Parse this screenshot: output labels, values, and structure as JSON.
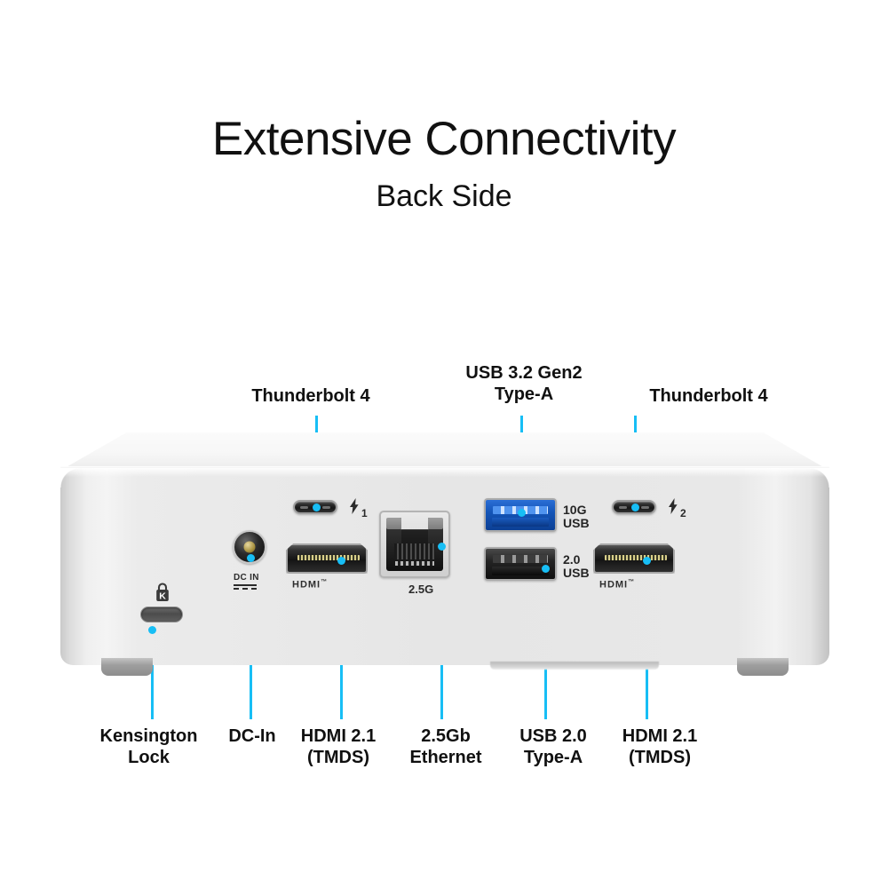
{
  "heading": {
    "title": "Extensive Connectivity",
    "subtitle": "Back Side"
  },
  "colors": {
    "callout": "#17BEF5",
    "chassis_silver": "#E6E6E6",
    "usb3_blue": "#1455B8",
    "text": "#101010"
  },
  "labels_top": [
    {
      "id": "thunderbolt-4-left",
      "text": "Thunderbolt  4"
    },
    {
      "id": "usb-32-gen2-type-a",
      "text": "USB 3.2 Gen2\nType-A"
    },
    {
      "id": "thunderbolt-4-right",
      "text": "Thunderbolt  4"
    }
  ],
  "labels_bottom": [
    {
      "id": "kensington-lock",
      "text": "Kensington\nLock"
    },
    {
      "id": "dc-in",
      "text": "DC-In"
    },
    {
      "id": "hdmi-21-left",
      "text": "HDMI 2.1\n(TMDS)"
    },
    {
      "id": "ethernet",
      "text": "2.5Gb\nEthernet"
    },
    {
      "id": "usb-20-type-a",
      "text": "USB 2.0\nType-A"
    },
    {
      "id": "hdmi-21-right",
      "text": "HDMI 2.1\n(TMDS)"
    }
  ],
  "port_markings": {
    "thunderbolt_left_index": "1",
    "thunderbolt_right_index": "2",
    "dc_in": "DC IN",
    "hdmi_left": "HDMI",
    "hdmi_right": "HDMI",
    "hdmi_tm": "™",
    "ethernet_speed": "2.5G",
    "usb_top": "10G\nUSB",
    "usb_bottom": "2.0\nUSB",
    "kensington_glyph": "K"
  }
}
